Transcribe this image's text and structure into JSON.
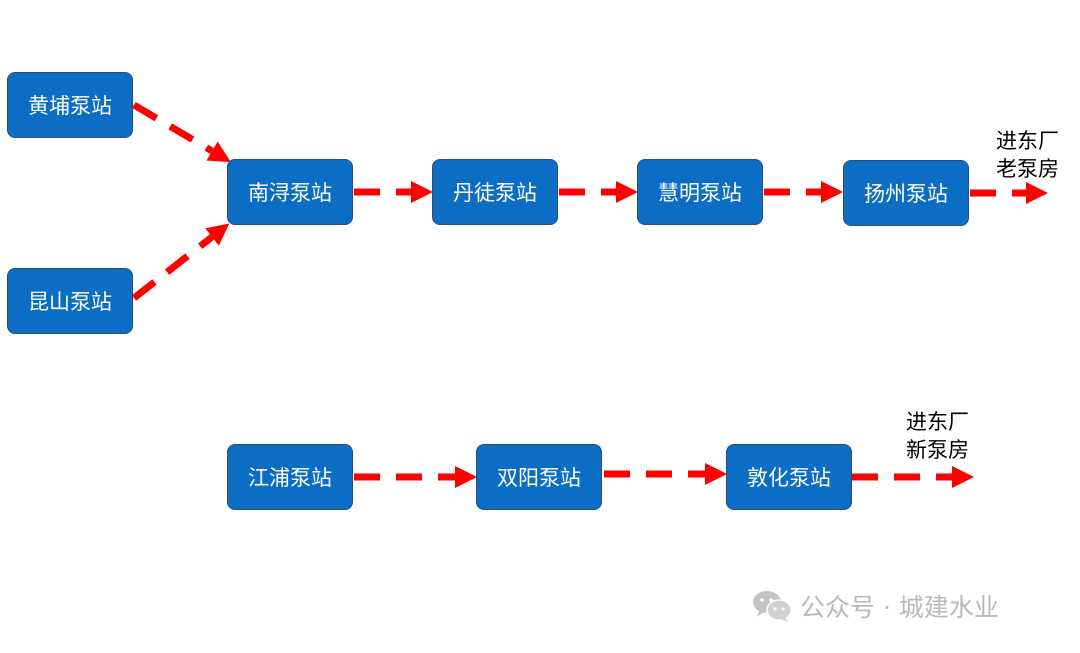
{
  "nodes": {
    "huangpu": "黄埔泵站",
    "kunshan": "昆山泵站",
    "nanxun": "南浔泵站",
    "dantu": "丹徒泵站",
    "huiming": "慧明泵站",
    "yangzhou": "扬州泵站",
    "jiangpu": "江浦泵站",
    "shuangyang": "双阳泵站",
    "dunhua": "敦化泵站"
  },
  "endpoints": {
    "old_line1": "进东厂",
    "old_line2": "老泵房",
    "new_line1": "进东厂",
    "new_line2": "新泵房"
  },
  "edges": [
    {
      "from": "huangpu",
      "to": "nanxun"
    },
    {
      "from": "kunshan",
      "to": "nanxun"
    },
    {
      "from": "nanxun",
      "to": "dantu"
    },
    {
      "from": "dantu",
      "to": "huiming"
    },
    {
      "from": "huiming",
      "to": "yangzhou"
    },
    {
      "from": "yangzhou",
      "to": "old_plant"
    },
    {
      "from": "jiangpu",
      "to": "shuangyang"
    },
    {
      "from": "shuangyang",
      "to": "dunhua"
    },
    {
      "from": "dunhua",
      "to": "new_plant"
    }
  ],
  "colors": {
    "node_fill": "#0b6ec4",
    "node_border": "#2b4f78",
    "arrow": "#ff0000",
    "watermark": "#b9b9b9"
  },
  "watermark": {
    "icon": "wechat-icon",
    "text": "公众号 · 城建水业"
  }
}
